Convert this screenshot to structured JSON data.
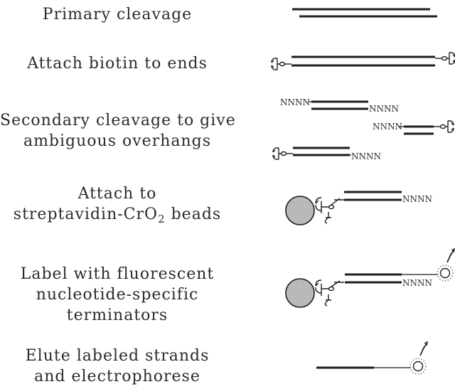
{
  "steps": [
    {
      "lines": [
        "Primary cleavage"
      ]
    },
    {
      "lines": [
        "Attach biotin to ends"
      ]
    },
    {
      "lines": [
        "Secondary cleavage to give",
        "ambiguous overhangs"
      ]
    },
    {
      "lines": [
        "Attach to"
      ],
      "line2_pre": "streptavidin-CrO",
      "line2_sub": "2",
      "line2_post": " beads"
    },
    {
      "lines": [
        "Label with fluorescent",
        "nucleotide-specific",
        "terminators"
      ]
    },
    {
      "lines": [
        "Elute labeled strands",
        "and electrophorese"
      ]
    }
  ],
  "overhang_label": "NNNN",
  "colors": {
    "ink": "#1e1e1e",
    "bead_fill": "#b9b9b9",
    "text": "#2b2b2b"
  }
}
